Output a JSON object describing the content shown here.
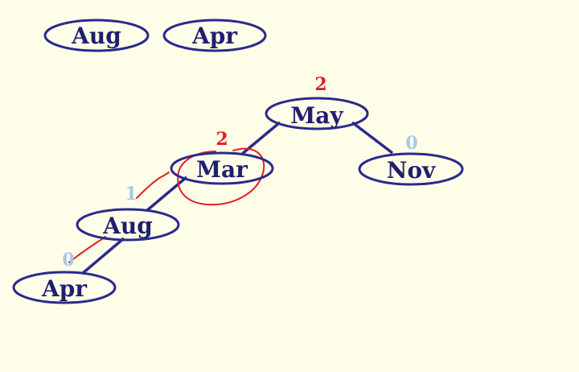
{
  "colors": {
    "background": "#ffffe9",
    "node_stroke": "#2a2a8c",
    "node_text": "#1f1f6e",
    "bf_alert": "#e02020",
    "bf_ok": "#a8c8e8",
    "annotation": "#e02020"
  },
  "pending": [
    {
      "id": "aug",
      "label": "Aug"
    },
    {
      "id": "apr",
      "label": "Apr"
    }
  ],
  "tree": {
    "nodes": [
      {
        "id": "may",
        "label": "May",
        "balance": "2",
        "status": "alert"
      },
      {
        "id": "mar",
        "label": "Mar",
        "balance": "2",
        "status": "alert"
      },
      {
        "id": "nov",
        "label": "Nov",
        "balance": "0",
        "status": "ok"
      },
      {
        "id": "aug",
        "label": "Aug",
        "balance": "1",
        "status": "ok"
      },
      {
        "id": "apr",
        "label": "Apr",
        "balance": "0",
        "status": "ok"
      }
    ],
    "edges": [
      {
        "from": "may",
        "to": "mar"
      },
      {
        "from": "may",
        "to": "nov"
      },
      {
        "from": "mar",
        "to": "aug"
      },
      {
        "from": "aug",
        "to": "apr"
      }
    ]
  }
}
